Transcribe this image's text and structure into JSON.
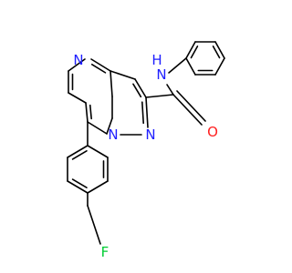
{
  "molecule": {
    "atoms": [
      {
        "id": "N1",
        "element": "N",
        "label": "N",
        "color": "#1f1fff"
      },
      {
        "id": "N2",
        "element": "N",
        "label": "N",
        "color": "#1f1fff"
      },
      {
        "id": "N3",
        "element": "N",
        "label": "N",
        "color": "#1f1fff"
      },
      {
        "id": "NH",
        "element": "N",
        "label": "N",
        "color": "#1f1fff"
      },
      {
        "id": "H",
        "element": "H",
        "label": "H",
        "color": "#1f1fff"
      },
      {
        "id": "O",
        "element": "O",
        "label": "O",
        "color": "#ff1f1f"
      },
      {
        "id": "F",
        "element": "F",
        "label": "F",
        "color": "#00cc33"
      }
    ],
    "bond_color": "#000000"
  }
}
